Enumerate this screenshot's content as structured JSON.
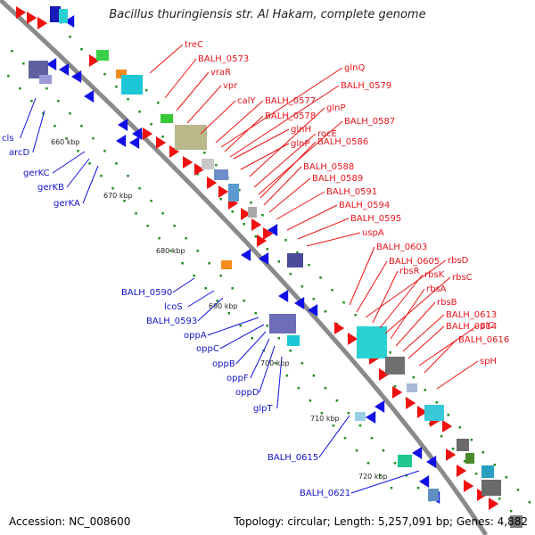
{
  "title": "Bacillus thuringiensis str. Al Hakam, complete genome",
  "footer": {
    "accession": "Accession: NC_008600",
    "summary": "Topology: circular; Length: 5,257,091 bp; Genes: 4,882"
  },
  "colors": {
    "forward_gene": "#1010e6",
    "reverse_gene": "#f01010",
    "backbone": "#8a8a8a",
    "tick": "#1f8f1f"
  },
  "kbp_labels": [
    "660 kbp",
    "670 kbp",
    "680 kbp",
    "690 kbp",
    "700 kbp",
    "710 kbp",
    "720 kbp"
  ],
  "red_labels": [
    "treC",
    "BALH_0573",
    "vraR",
    "vpr",
    "calY",
    "BALH_0577",
    "BALH_0578",
    "glnH",
    "glnP",
    "glnQ",
    "BALH_0579",
    "glnP",
    "rocE",
    "BALH_0587",
    "BALH_0586",
    "BALH_0588",
    "BALH_0589",
    "BALH_0591",
    "BALH_0594",
    "BALH_0595",
    "uspA",
    "BALH_0603",
    "BALH_0605",
    "rbsD",
    "rbsR",
    "rbsK",
    "rbsC",
    "rbsA",
    "rbsB",
    "BALH_0613",
    "BALH_0614",
    "pIC",
    "BALH_0616",
    "spH"
  ],
  "blue_labels": [
    "cls",
    "arcD",
    "gerKC",
    "gerKB",
    "gerKA",
    "BALH_0590",
    "lcoS",
    "BALH_0593",
    "oppA",
    "oppC",
    "oppB",
    "oppF",
    "oppD",
    "glpT",
    "BALH_0615",
    "BALH_0621"
  ]
}
